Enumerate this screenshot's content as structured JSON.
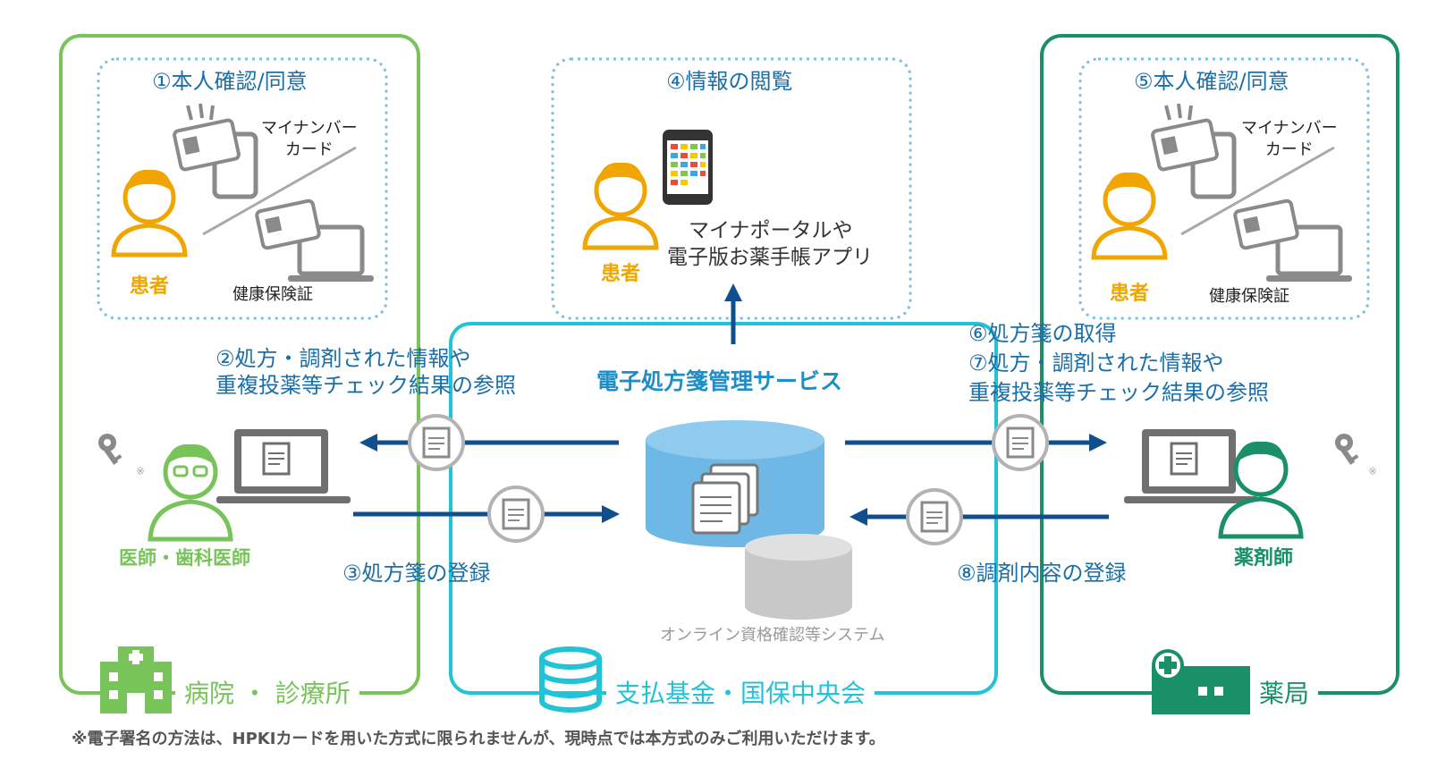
{
  "colors": {
    "hospital": "#78c35a",
    "pharmacy": "#1a9068",
    "fund": "#22c3d6",
    "step_text": "#1b6fa8",
    "patient": "#f0a500",
    "dark_blue": "#0f4f8e",
    "dotted": "#7bc0e4"
  },
  "left": {
    "step1": "①本人確認/同意",
    "mynumber": "マイナンバー\nカード",
    "insurance": "健康保険証",
    "patient": "患者",
    "doctor": "医師・歯科医師",
    "step2_line1": "②処方・調剤された情報や",
    "step2_line2": "重複投薬等チェック結果の参照",
    "step3": "③処方箋の登録",
    "section": "病院 ・ 診療所",
    "key_note": "※"
  },
  "center": {
    "step4": "④情報の閲覧",
    "patient": "患者",
    "portal_line1": "マイナポータルや",
    "portal_line2": "電子版お薬手帳アプリ",
    "service": "電子処方箋管理サービス",
    "online_system": "オンライン資格確認等システム",
    "section": "支払基金・国保中央会"
  },
  "right": {
    "step5": "⑤本人確認/同意",
    "mynumber": "マイナンバー\nカード",
    "insurance": "健康保険証",
    "patient": "患者",
    "pharmacist": "薬剤師",
    "step6": "⑥処方箋の取得",
    "step7_line1": "⑦処方・調剤された情報や",
    "step7_line2": "重複投薬等チェック結果の参照",
    "step8": "⑧調剤内容の登録",
    "section": "薬局",
    "key_note": "※"
  },
  "footnote": "※電子署名の方法は、HPKIカードを用いた方式に限られませんが、現時点では本方式のみご利用いただけます。"
}
